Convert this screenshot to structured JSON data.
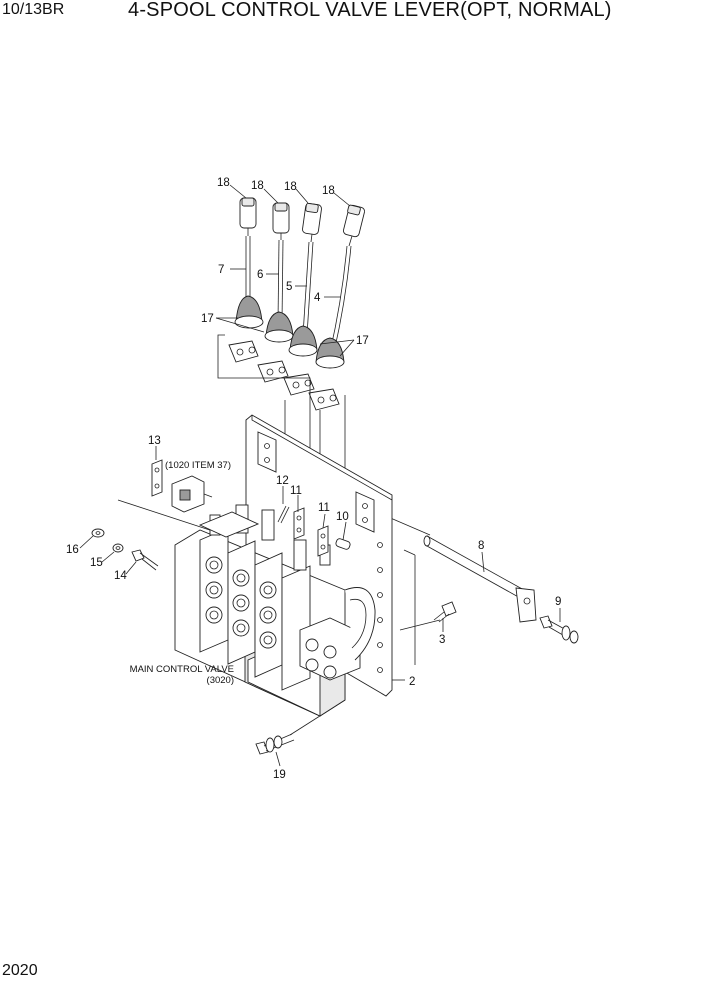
{
  "header": {
    "model": "10/13BR",
    "title": "4-SPOOL CONTROL VALVE LEVER(OPT, NORMAL)"
  },
  "footer": {
    "page_number": "2020"
  },
  "diagram": {
    "callouts": [
      "18",
      "18",
      "18",
      "18",
      "7",
      "6",
      "5",
      "4",
      "17",
      "17",
      "13",
      "12",
      "11",
      "11",
      "10",
      "16",
      "15",
      "14",
      "8",
      "9",
      "3",
      "2",
      "19"
    ],
    "notes": {
      "ref_1020": "(1020 ITEM 37)",
      "main_valve_line1": "MAIN CONTROL VALVE",
      "main_valve_line2": "(3020)"
    }
  }
}
